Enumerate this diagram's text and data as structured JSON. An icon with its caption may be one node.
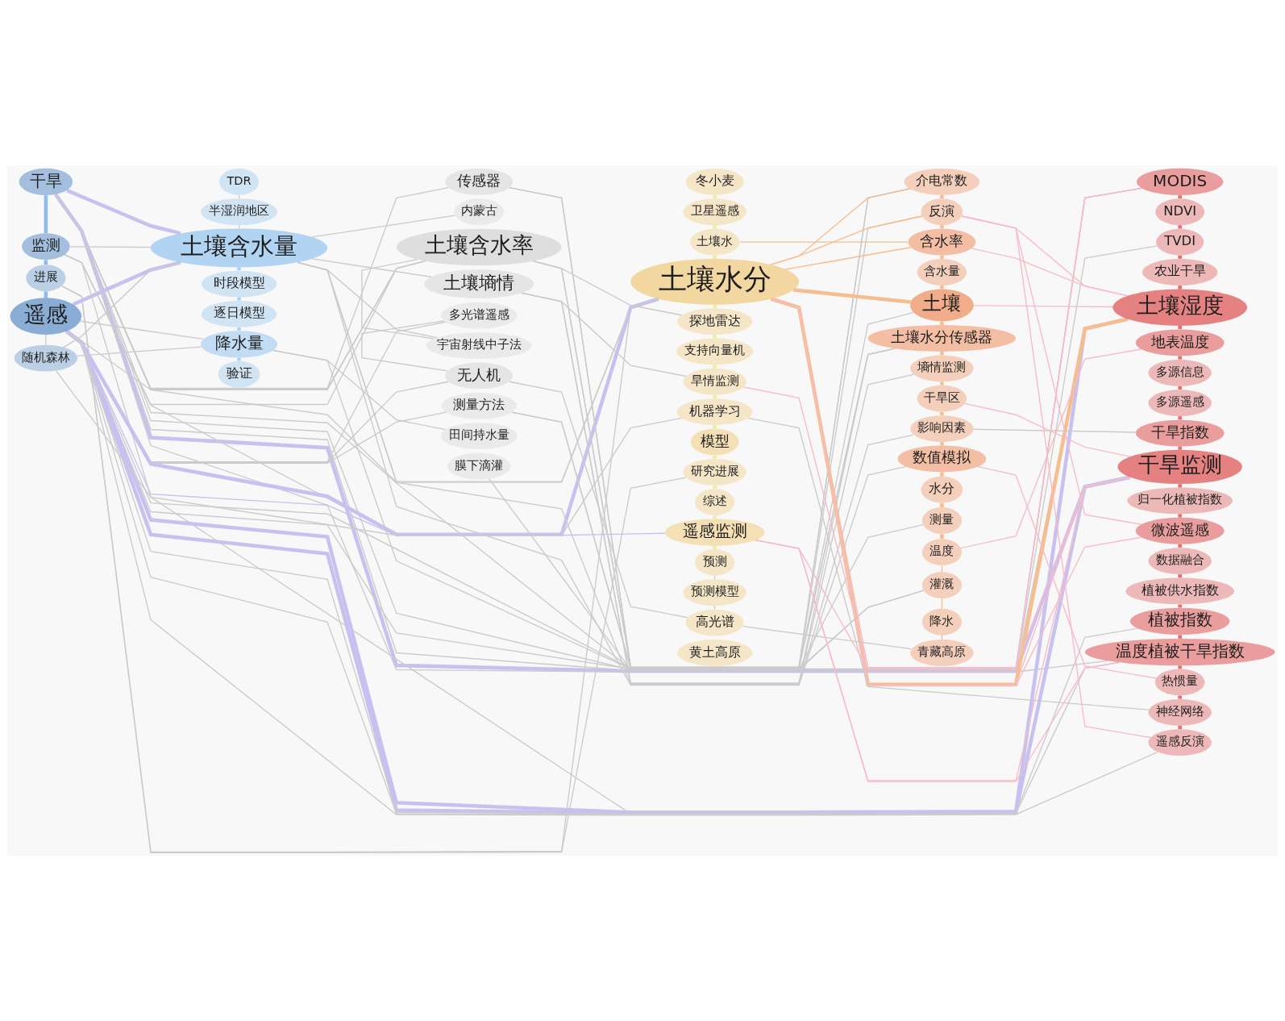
{
  "diagram": {
    "nodes": [
      {
        "text": [
          "干旱"
        ]
      },
      {
        "text": [
          "监测"
        ]
      },
      {
        "text": [
          "进展"
        ]
      },
      {
        "text": [
          "遥感"
        ]
      },
      {
        "text": [
          "随机森林"
        ]
      },
      {
        "text": [
          "TDR"
        ]
      },
      {
        "text": [
          "半湿润地区"
        ]
      },
      {
        "text": [
          "土壤含水量"
        ]
      },
      {
        "text": [
          "时段模型"
        ]
      },
      {
        "text": [
          "逐日模型"
        ]
      },
      {
        "text": [
          "降水量"
        ]
      },
      {
        "text": [
          "验证"
        ]
      },
      {
        "text": [
          "传感器"
        ]
      },
      {
        "text": [
          "内蒙古"
        ]
      },
      {
        "text": [
          "土壤含水率"
        ]
      },
      {
        "text": [
          "土壤墒情"
        ]
      },
      {
        "text": [
          "多光谱遥感"
        ]
      },
      {
        "text": [
          "宇宙射线中子法"
        ]
      },
      {
        "text": [
          "无人机"
        ]
      },
      {
        "text": [
          "测量方法"
        ]
      },
      {
        "text": [
          "田间持水量"
        ]
      },
      {
        "text": [
          "膜下滴灌"
        ]
      },
      {
        "text": [
          "冬小麦"
        ]
      },
      {
        "text": [
          "卫星遥感"
        ]
      },
      {
        "text": [
          "土壤水"
        ]
      },
      {
        "text": [
          "土壤水分"
        ]
      },
      {
        "text": [
          "探地雷达"
        ]
      },
      {
        "text": [
          "支持向量机"
        ]
      },
      {
        "text": [
          "旱情监测"
        ]
      },
      {
        "text": [
          "机器学习"
        ]
      },
      {
        "text": [
          "模型"
        ]
      },
      {
        "text": [
          "研究进展"
        ]
      },
      {
        "text": [
          "综述"
        ]
      },
      {
        "text": [
          "遥感监测"
        ]
      },
      {
        "text": [
          "预测"
        ]
      },
      {
        "text": [
          "预测模型"
        ]
      },
      {
        "text": [
          "高光谱"
        ]
      },
      {
        "text": [
          "黄土高原"
        ]
      },
      {
        "text": [
          "介电常数"
        ]
      },
      {
        "text": [
          "反演"
        ]
      },
      {
        "text": [
          "含水率"
        ]
      },
      {
        "text": [
          "含水量"
        ]
      },
      {
        "text": [
          "土壤"
        ]
      },
      {
        "text": [
          "土壤水分传感器"
        ]
      },
      {
        "text": [
          "墒情监测"
        ]
      },
      {
        "text": [
          "干旱区"
        ]
      },
      {
        "text": [
          "影响因素"
        ]
      },
      {
        "text": [
          "数值模拟"
        ]
      },
      {
        "text": [
          "水分"
        ]
      },
      {
        "text": [
          "测量"
        ]
      },
      {
        "text": [
          "温度"
        ]
      },
      {
        "text": [
          "灌溉"
        ]
      },
      {
        "text": [
          "降水"
        ]
      },
      {
        "text": [
          "青藏高原"
        ]
      },
      {
        "text": [
          "MODIS"
        ]
      },
      {
        "text": [
          "NDVI"
        ]
      },
      {
        "text": [
          "TVDI"
        ]
      },
      {
        "text": [
          "农业干旱"
        ]
      },
      {
        "text": [
          "土壤湿度"
        ]
      },
      {
        "text": [
          "地表温度"
        ]
      },
      {
        "text": [
          "多源信息"
        ]
      },
      {
        "text": [
          "多源遥感"
        ]
      },
      {
        "text": [
          "干旱指数"
        ]
      },
      {
        "text": [
          "干旱监测"
        ]
      },
      {
        "text": [
          "归一化植被指数"
        ]
      },
      {
        "text": [
          "微波遥感"
        ]
      },
      {
        "text": [
          "数据融合"
        ]
      },
      {
        "text": [
          "植被供水指数"
        ]
      },
      {
        "text": [
          "植被指数"
        ]
      },
      {
        "text": [
          "温度植被干旱指数"
        ]
      },
      {
        "text": [
          "热惯量"
        ]
      },
      {
        "text": [
          "神经网络"
        ]
      },
      {
        "text": [
          "遥感反演"
        ]
      }
    ],
    "edges": [
      {
        "from": 0,
        "to": 1,
        "arrow": "none",
        "style": "thick",
        "color": "#8dbde8"
      },
      {
        "from": 1,
        "to": 2,
        "arrow": "none",
        "style": "thick",
        "color": "#8dbde8"
      },
      {
        "from": 2,
        "to": 3,
        "arrow": "none",
        "style": "thick",
        "color": "#8dbde8"
      },
      {
        "from": 3,
        "to": 4,
        "arrow": "none"
      },
      {
        "from": 5,
        "to": 6,
        "arrow": "none"
      },
      {
        "from": 6,
        "to": 7,
        "arrow": "none",
        "color": "#a9d3f3"
      },
      {
        "from": 7,
        "to": 8,
        "arrow": "none",
        "style": "thick",
        "color": "#a9d3f3"
      },
      {
        "from": 8,
        "to": 9,
        "arrow": "none",
        "style": "thick",
        "color": "#a9d3f3"
      },
      {
        "from": 9,
        "to": 10,
        "arrow": "none",
        "style": "thick",
        "color": "#a9d3f3"
      },
      {
        "from": 10,
        "to": 11,
        "arrow": "none",
        "style": "thick",
        "color": "#a9d3f3"
      },
      {
        "from": 22,
        "to": 23,
        "arrow": "none",
        "style": "thick",
        "color": "#f2eca0"
      },
      {
        "from": 23,
        "to": 24,
        "arrow": "none",
        "style": "thick",
        "color": "#f2eca0"
      },
      {
        "from": 24,
        "to": 25,
        "arrow": "none",
        "style": "thick",
        "color": "#f2eca0"
      },
      {
        "from": 25,
        "to": 26,
        "arrow": "none",
        "style": "thick",
        "color": "#f2eca0"
      },
      {
        "from": 26,
        "to": 27,
        "arrow": "none",
        "style": "thick",
        "color": "#f2eca0"
      },
      {
        "from": 27,
        "to": 28,
        "arrow": "none",
        "style": "thick",
        "color": "#f2eca0"
      },
      {
        "from": 28,
        "to": 29,
        "arrow": "none",
        "style": "thick",
        "color": "#f2eca0"
      },
      {
        "from": 29,
        "to": 30,
        "arrow": "none",
        "style": "thick",
        "color": "#f2eca0"
      },
      {
        "from": 30,
        "to": 31,
        "arrow": "none",
        "style": "thick",
        "color": "#f2eca0"
      },
      {
        "from": 31,
        "to": 32,
        "arrow": "none",
        "style": "thick",
        "color": "#f2eca0"
      },
      {
        "from": 32,
        "to": 33,
        "arrow": "none",
        "style": "thick",
        "color": "#f2eca0"
      },
      {
        "from": 33,
        "to": 34,
        "arrow": "none",
        "style": "thick",
        "color": "#f2eca0"
      },
      {
        "from": 34,
        "to": 35,
        "arrow": "none"
      },
      {
        "from": 35,
        "to": 36,
        "arrow": "none"
      },
      {
        "from": 38,
        "to": 39,
        "arrow": "none",
        "style": "thick",
        "color": "#f6bd8e"
      },
      {
        "from": 39,
        "to": 40,
        "arrow": "none",
        "style": "thick",
        "color": "#f6bd8e"
      },
      {
        "from": 40,
        "to": 41,
        "arrow": "none",
        "style": "thick",
        "color": "#f6bd8e"
      },
      {
        "from": 41,
        "to": 42,
        "arrow": "none",
        "style": "thick",
        "color": "#f6bd8e"
      },
      {
        "from": 42,
        "to": 43,
        "arrow": "none",
        "style": "thick",
        "color": "#f6bd8e"
      },
      {
        "from": 43,
        "to": 44,
        "arrow": "none",
        "style": "thick",
        "color": "#f6bd8e"
      },
      {
        "from": 44,
        "to": 45,
        "arrow": "none",
        "style": "thick",
        "color": "#f6bd8e"
      },
      {
        "from": 45,
        "to": 46,
        "arrow": "none",
        "style": "thick",
        "color": "#f6bd8e"
      },
      {
        "from": 46,
        "to": 47,
        "arrow": "none",
        "style": "thick",
        "color": "#f6bd8e"
      },
      {
        "from": 47,
        "to": 48,
        "arrow": "none",
        "style": "thick",
        "color": "#f6bd8e"
      },
      {
        "from": 48,
        "to": 49,
        "arrow": "none",
        "style": "thick",
        "color": "#f6bd8e"
      },
      {
        "from": 49,
        "to": 50,
        "arrow": "none",
        "style": "thick",
        "color": "#f6bd8e"
      },
      {
        "from": 50,
        "to": 51,
        "arrow": "none",
        "color": "#f6bd8e"
      },
      {
        "from": 51,
        "to": 52,
        "arrow": "none",
        "color": "#f6bd8e"
      },
      {
        "from": 52,
        "to": 53,
        "arrow": "none"
      },
      {
        "from": 54,
        "to": 55,
        "arrow": "none",
        "style": "thick",
        "color": "#ea6a6e"
      },
      {
        "from": 55,
        "to": 56,
        "arrow": "none",
        "style": "thick",
        "color": "#ea6a6e"
      },
      {
        "from": 56,
        "to": 57,
        "arrow": "none",
        "style": "thick",
        "color": "#ea6a6e"
      },
      {
        "from": 57,
        "to": 58,
        "arrow": "none",
        "style": "thick",
        "color": "#ea6a6e"
      },
      {
        "from": 58,
        "to": 59,
        "arrow": "none",
        "style": "thick",
        "color": "#ea6a6e"
      },
      {
        "from": 59,
        "to": 60,
        "arrow": "none",
        "style": "thick",
        "color": "#ea6a6e"
      },
      {
        "from": 60,
        "to": 61,
        "arrow": "none",
        "style": "thick",
        "color": "#ea6a6e"
      },
      {
        "from": 61,
        "to": 62,
        "arrow": "none",
        "style": "thick",
        "color": "#ea6a6e"
      },
      {
        "from": 62,
        "to": 63,
        "arrow": "none",
        "style": "thick",
        "color": "#ea6a6e"
      },
      {
        "from": 63,
        "to": 64,
        "arrow": "none",
        "style": "thick",
        "color": "#ea6a6e"
      },
      {
        "from": 64,
        "to": 65,
        "arrow": "none",
        "style": "thick",
        "color": "#ea6a6e"
      },
      {
        "from": 65,
        "to": 66,
        "arrow": "none",
        "style": "thick",
        "color": "#ea6a6e"
      },
      {
        "from": 66,
        "to": 67,
        "arrow": "none",
        "style": "thick",
        "color": "#ea6a6e"
      },
      {
        "from": 67,
        "to": 68,
        "arrow": "none",
        "style": "thick",
        "color": "#ea6a6e"
      },
      {
        "from": 68,
        "to": 69,
        "arrow": "none",
        "style": "thick",
        "color": "#ea6a6e"
      },
      {
        "from": 69,
        "to": 70,
        "arrow": "none",
        "style": "thick",
        "color": "#ea6a6e"
      },
      {
        "from": 70,
        "to": 71,
        "arrow": "none",
        "style": "thick",
        "color": "#ea6a6e"
      },
      {
        "from": 71,
        "to": 72,
        "arrow": "none",
        "style": "thick",
        "color": "#ea6a6e"
      },
      {
        "from": 0,
        "to": 7,
        "arrow": "none",
        "style": "thick",
        "color": "#c7c1f0"
      },
      {
        "from": 0,
        "to": 14,
        "arrow": "none"
      },
      {
        "from": 0,
        "to": 25,
        "arrow": "none"
      },
      {
        "from": 0,
        "to": 54,
        "arrow": "none"
      },
      {
        "from": 0,
        "to": 56,
        "arrow": "none"
      },
      {
        "from": 0,
        "to": 58,
        "arrow": "none"
      },
      {
        "from": 0,
        "to": 63,
        "arrow": "none",
        "style": "thick",
        "color": "#c7c1f0"
      },
      {
        "from": 0,
        "to": 12,
        "arrow": "none"
      },
      {
        "from": 0,
        "to": 69,
        "arrow": "none"
      },
      {
        "from": 1,
        "to": 14,
        "arrow": "none"
      },
      {
        "from": 1,
        "to": 25,
        "arrow": "none"
      },
      {
        "from": 1,
        "to": 63,
        "arrow": "none"
      },
      {
        "from": 1,
        "to": 7,
        "arrow": "none"
      },
      {
        "from": 2,
        "to": 25,
        "arrow": "none"
      },
      {
        "from": 2,
        "to": 31,
        "arrow": "none"
      },
      {
        "from": 3,
        "to": 7,
        "arrow": "none",
        "style": "thick",
        "color": "#c7c1f0"
      },
      {
        "from": 3,
        "to": 25,
        "arrow": "none",
        "style": "thick",
        "color": "#c7c1f0"
      },
      {
        "from": 3,
        "to": 58,
        "arrow": "none",
        "style": "thick",
        "color": "#c7c1f0"
      },
      {
        "from": 3,
        "to": 63,
        "arrow": "none",
        "style": "thick",
        "color": "#c7c1f0"
      },
      {
        "from": 3,
        "to": 33,
        "arrow": "none",
        "color": "#c7c1f0"
      },
      {
        "from": 3,
        "to": 69,
        "arrow": "none"
      },
      {
        "from": 3,
        "to": 68,
        "arrow": "none"
      },
      {
        "from": 3,
        "to": 54,
        "arrow": "none"
      },
      {
        "from": 3,
        "to": 39,
        "arrow": "none"
      },
      {
        "from": 3,
        "to": 14,
        "arrow": "none"
      },
      {
        "from": 3,
        "to": 18,
        "arrow": "none"
      },
      {
        "from": 3,
        "to": 19,
        "arrow": "none"
      },
      {
        "from": 3,
        "to": 10,
        "arrow": "none"
      },
      {
        "from": 3,
        "to": 72,
        "arrow": "none"
      },
      {
        "from": 3,
        "to": 16,
        "arrow": "none"
      },
      {
        "from": 4,
        "to": 10,
        "arrow": "none"
      },
      {
        "from": 4,
        "to": 29,
        "arrow": "none"
      },
      {
        "from": 4,
        "to": 7,
        "arrow": "none"
      },
      {
        "from": 7,
        "to": 15,
        "arrow": "none"
      },
      {
        "from": 7,
        "to": 25,
        "arrow": "none"
      },
      {
        "from": 7,
        "to": 47,
        "arrow": "none"
      },
      {
        "from": 7,
        "to": 46,
        "arrow": "none"
      },
      {
        "from": 7,
        "to": 17,
        "arrow": "none"
      },
      {
        "from": 7,
        "to": 13,
        "arrow": "none"
      },
      {
        "from": 10,
        "to": 20,
        "arrow": "none"
      },
      {
        "from": 10,
        "to": 51,
        "arrow": "none"
      },
      {
        "from": 14,
        "to": 26,
        "arrow": "none"
      },
      {
        "from": 14,
        "to": 38,
        "arrow": "none"
      },
      {
        "from": 14,
        "to": 17,
        "arrow": "none"
      },
      {
        "from": 14,
        "to": 43,
        "arrow": "none"
      },
      {
        "from": 15,
        "to": 44,
        "arrow": "none"
      },
      {
        "from": 15,
        "to": 43,
        "arrow": "none"
      },
      {
        "from": 15,
        "to": 28,
        "arrow": "none"
      },
      {
        "from": 12,
        "to": 43,
        "arrow": "none"
      },
      {
        "from": 12,
        "to": 38,
        "arrow": "none"
      },
      {
        "from": 16,
        "to": 18,
        "arrow": "none"
      },
      {
        "from": 18,
        "to": 36,
        "arrow": "none"
      },
      {
        "from": 19,
        "to": 42,
        "arrow": "none"
      },
      {
        "from": 19,
        "to": 49,
        "arrow": "none"
      },
      {
        "from": 21,
        "to": 51,
        "arrow": "none"
      },
      {
        "from": 24,
        "to": 40,
        "arrow": "none",
        "color": "#f6bd8e"
      },
      {
        "from": 25,
        "to": 58,
        "arrow": "none",
        "style": "thick",
        "color": "#f6bd8e"
      },
      {
        "from": 25,
        "to": 42,
        "arrow": "none",
        "style": "thick",
        "color": "#f6bd8e"
      },
      {
        "from": 25,
        "to": 40,
        "arrow": "none",
        "color": "#f6bd8e"
      },
      {
        "from": 25,
        "to": 39,
        "arrow": "none",
        "color": "#f6bd8e"
      },
      {
        "from": 25,
        "to": 38,
        "arrow": "none",
        "color": "#f6bd8e"
      },
      {
        "from": 25,
        "to": 63,
        "arrow": "none",
        "color": "#f6bcc8"
      },
      {
        "from": 25,
        "to": 65,
        "arrow": "none",
        "color": "#f6bcc8"
      },
      {
        "from": 25,
        "to": 54,
        "arrow": "none",
        "color": "#f6bcc8"
      },
      {
        "from": 28,
        "to": 63,
        "arrow": "none",
        "color": "#f6bcc8"
      },
      {
        "from": 29,
        "to": 71,
        "arrow": "none"
      },
      {
        "from": 33,
        "to": 63,
        "arrow": "none",
        "color": "#f6bcc8"
      },
      {
        "from": 33,
        "to": 54,
        "arrow": "none",
        "color": "#f6bcc8"
      },
      {
        "from": 33,
        "to": 69,
        "arrow": "none",
        "color": "#f6bcc8"
      },
      {
        "from": 36,
        "to": 53,
        "arrow": "none"
      },
      {
        "from": 39,
        "to": 58,
        "arrow": "none",
        "color": "#f6bcc8"
      },
      {
        "from": 39,
        "to": 65,
        "arrow": "none",
        "color": "#f6bcc8"
      },
      {
        "from": 39,
        "to": 72,
        "arrow": "none",
        "color": "#f6bcc8"
      },
      {
        "from": 40,
        "to": 58,
        "arrow": "none",
        "color": "#f6bcc8"
      },
      {
        "from": 42,
        "to": 58,
        "arrow": "none",
        "color": "#f6bcc8"
      },
      {
        "from": 45,
        "to": 63,
        "arrow": "none",
        "color": "#f6bcc8"
      },
      {
        "from": 50,
        "to": 59,
        "arrow": "none",
        "color": "#f6bcc8"
      },
      {
        "from": 47,
        "to": 70,
        "arrow": "none",
        "color": "#f6bcc8"
      },
      {
        "from": 46,
        "to": 62,
        "arrow": "none"
      }
    ]
  }
}
